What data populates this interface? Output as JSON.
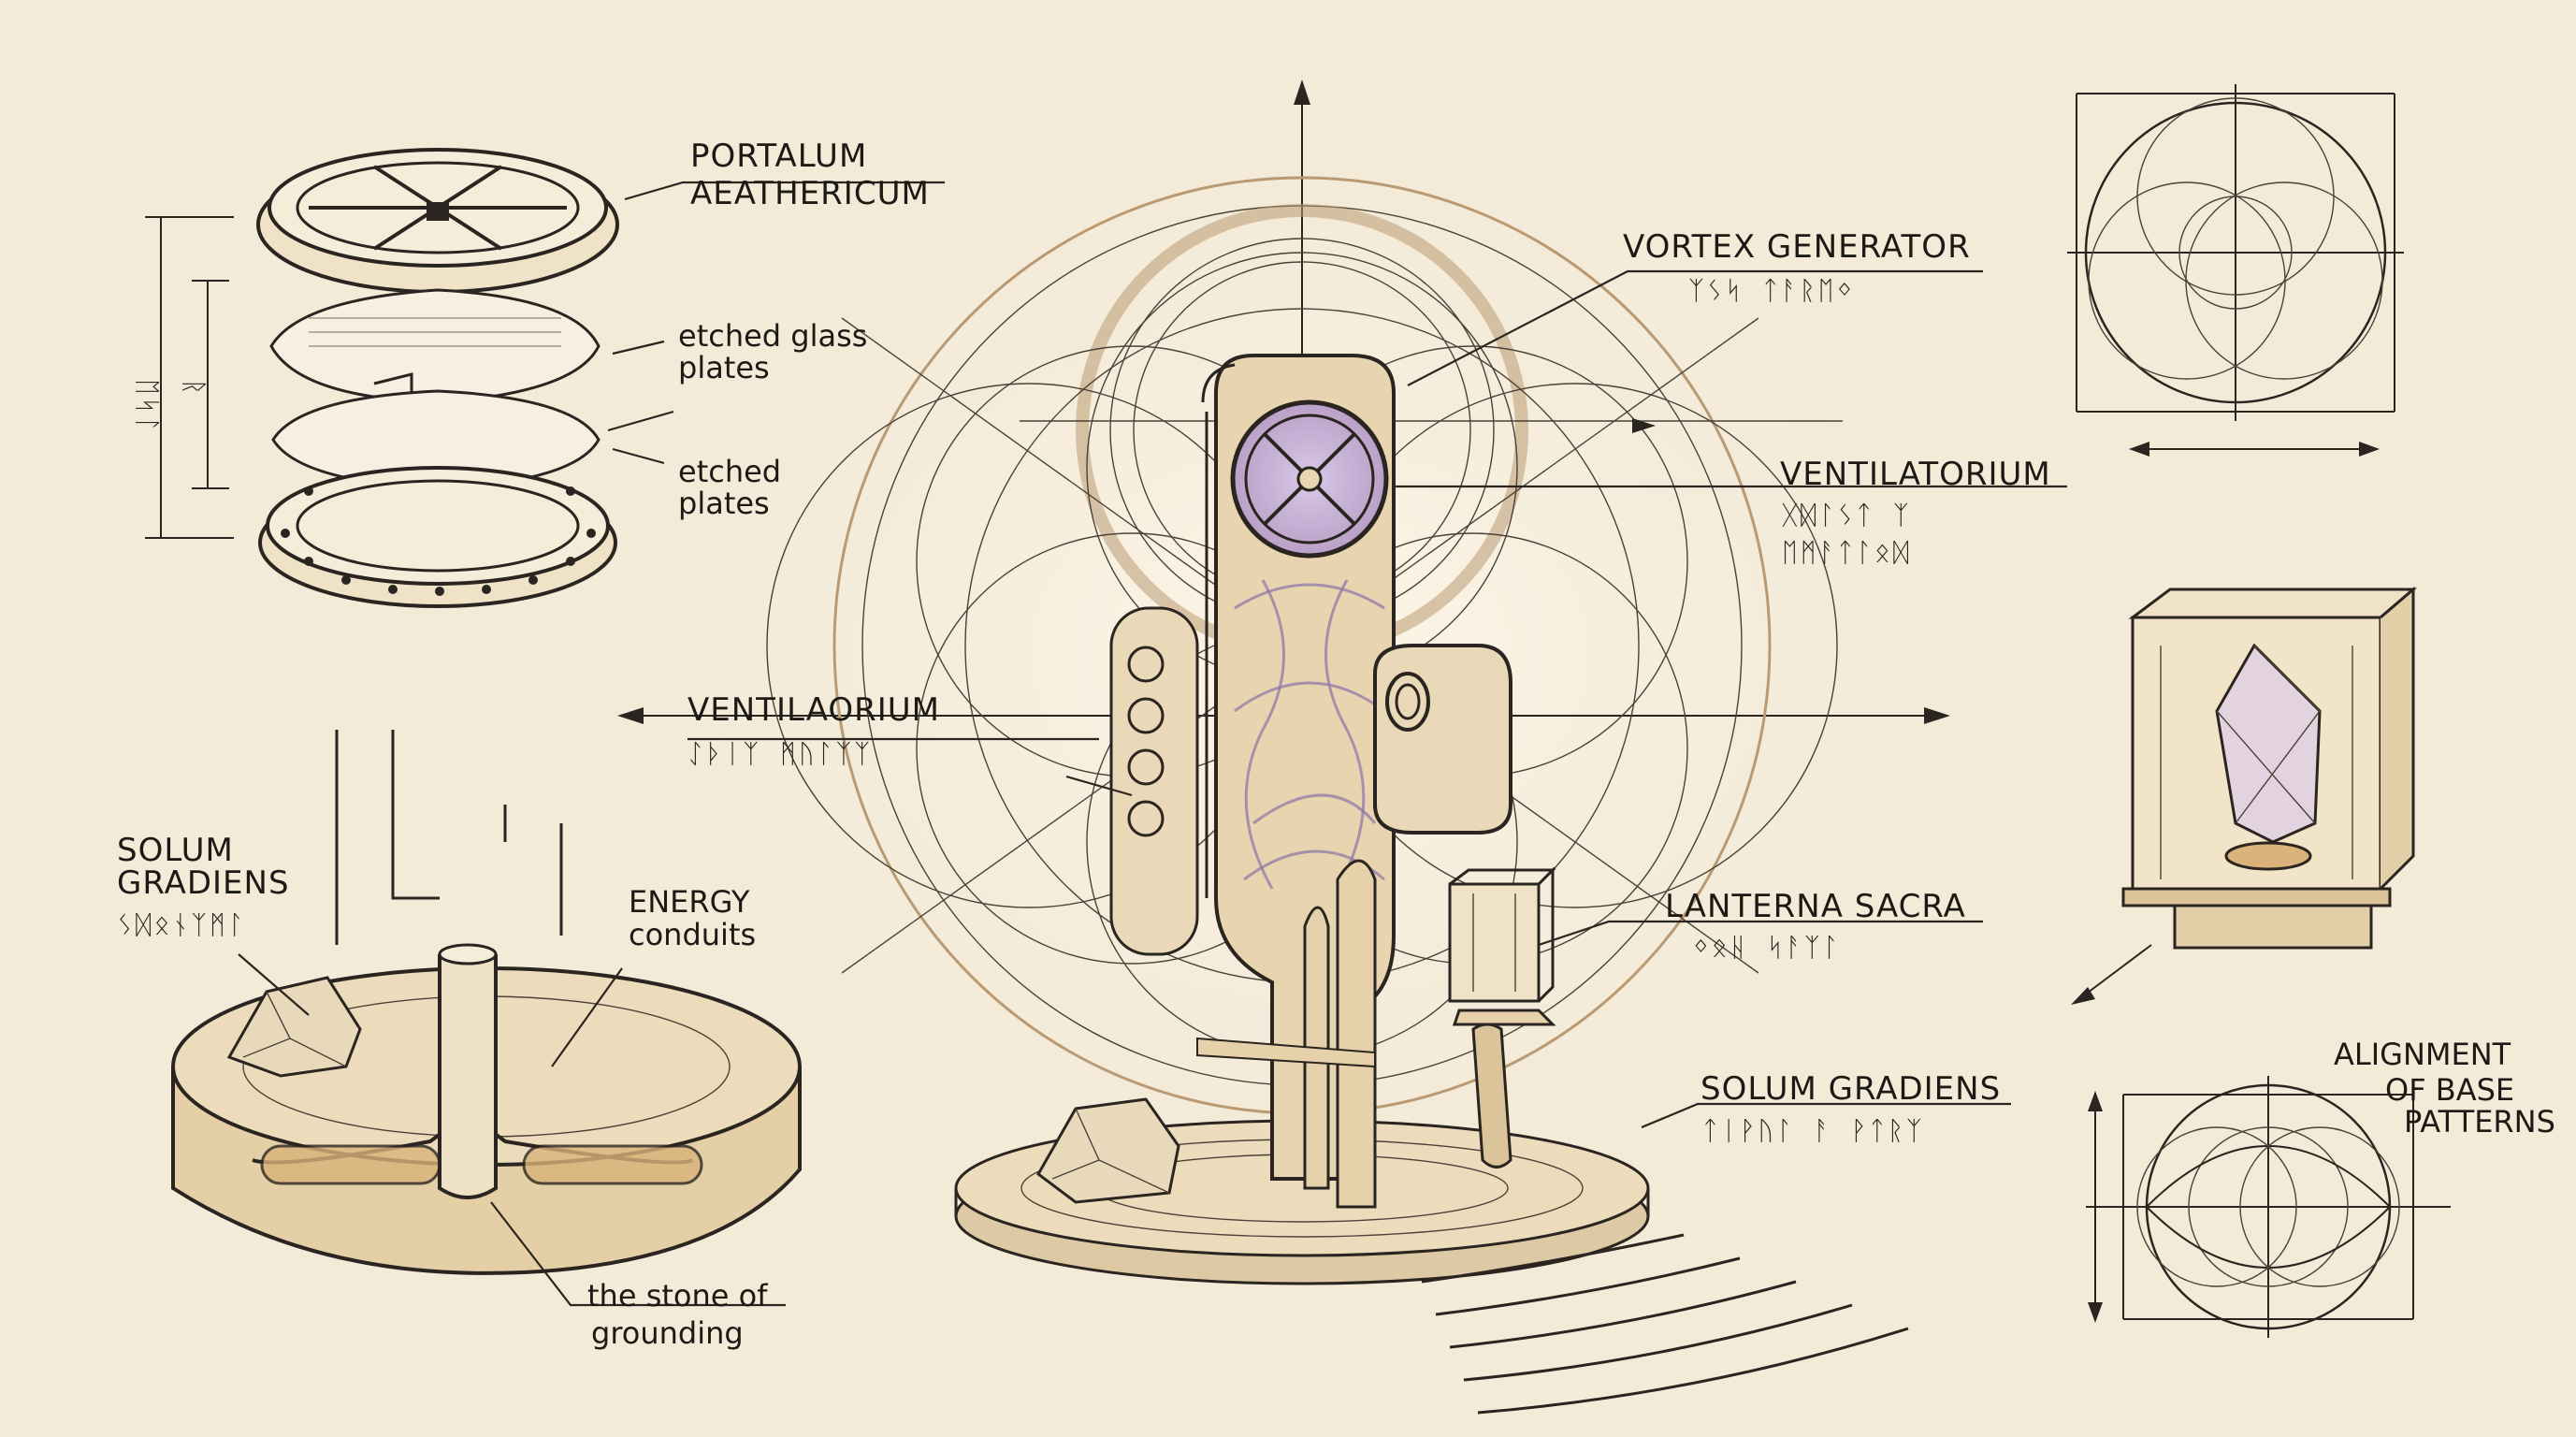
{
  "colors": {
    "paper": "#f3ead8",
    "ink": "#2a2520",
    "gold": "#b99a72",
    "violet": "#8c74a8",
    "wood": "#e3cfa7"
  },
  "labels": {
    "portalum_l1": "PORTALUM",
    "portalum_l2": "AEATHERICUM",
    "etched_glass_l1": "etched glass",
    "etched_glass_l2": "plates",
    "etched_l1": "etched",
    "etched_l2": "plates",
    "vortex_generator": "VORTEX GENERATOR",
    "vortex_glyphs": "ᛉᛊᛋ ᛏᚨᚱᛖᛜ",
    "ventilatorium": "VENTILATORIUM",
    "ventilatorium_glyphs_1": "ᚷᛞᛚᛊᛏ ᛉ",
    "ventilatorium_glyphs_2": "ᛖᛗᚨᛏᛚᛟᛞ",
    "ventilaorium": "VENTILAORIUM",
    "ventilaorium_glyphs": "ᛇᚦᛁᛉ ᛗᚢᛚᛉᛉ",
    "solum_left_l1": "SOLUM",
    "solum_left_l2": "GRADIENS",
    "solum_left_glyphs": "ᛊᛞᛟᚾᛉᛗᛚ",
    "energy_l1": "ENERGY",
    "energy_l2": "conduits",
    "stone_l1": "the stone of",
    "stone_l2": "grounding",
    "lanterna": "LANTERNA SACRA",
    "lanterna_glyphs": "ᛜᛟᚺ ᛋᚨᛉᛚ",
    "solum_right": "SOLUM GRADIENS",
    "solum_right_glyphs": "ᛏᛁᚹᚢᛚ ᚨ ᚹᛏᚱᛉ",
    "alignment_l1": "ALIGNMENT",
    "alignment_l2": "OF BASE",
    "alignment_l3": "PATTERNS",
    "dim_glyphs_1": "ᛖᛋᛚ",
    "dim_glyphs_2": "ᚱ"
  }
}
